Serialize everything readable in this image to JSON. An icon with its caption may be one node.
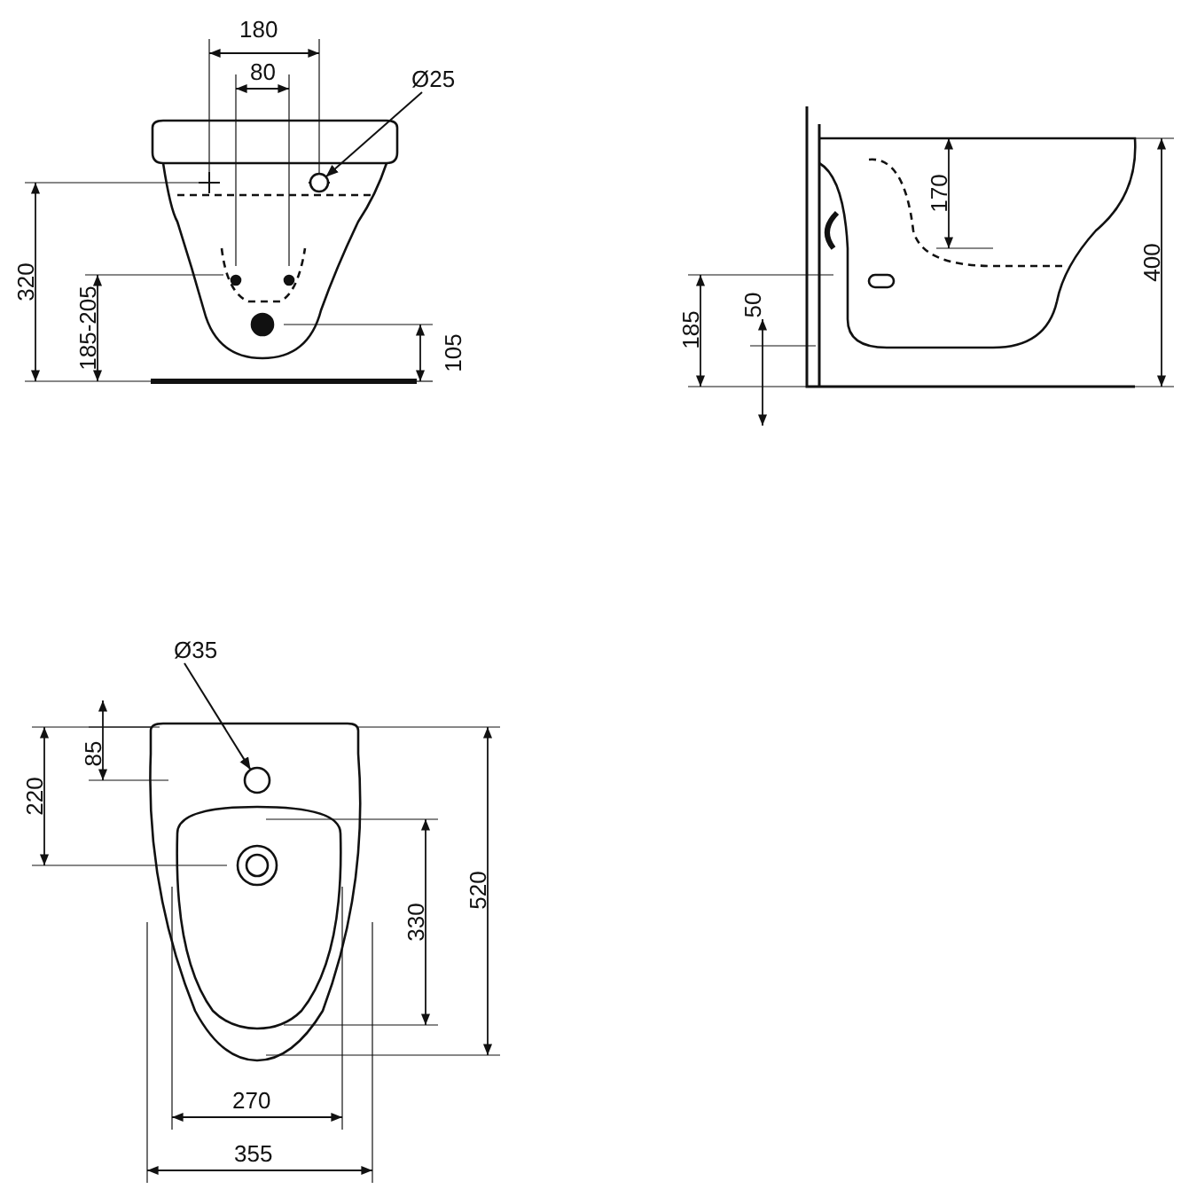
{
  "diagram": {
    "nodes": [
      {
        "text": [
          "Ø25"
        ]
      },
      {
        "text": [],
        "shape": "circle"
      },
      {
        "text": [
          "Ø35"
        ]
      },
      {
        "text": [],
        "shape": "circle"
      }
    ],
    "edges": [
      {
        "from": 0,
        "to": 1,
        "arrow": "to"
      },
      {
        "from": 2,
        "to": 3,
        "arrow": "to"
      }
    ],
    "labels": [
      "180",
      "80",
      "320",
      "185-205",
      "105",
      "170",
      "400",
      "185",
      "50",
      "85",
      "220",
      "330",
      "520",
      "270",
      "355"
    ]
  }
}
